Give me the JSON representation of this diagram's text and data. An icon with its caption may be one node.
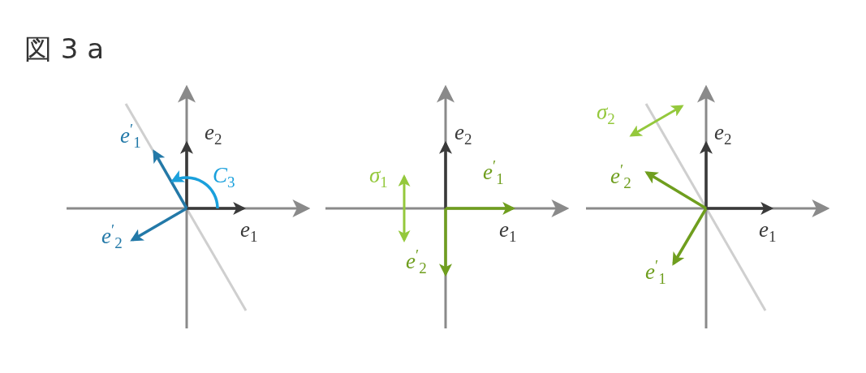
{
  "diagram": {
    "title": "図 3 a",
    "labels": [
      "*e*$_{2}$",
      "*e*$^{′}$$_{1}$",
      "*C*$_{3}$",
      "*e*$^{′}$$_{2}$",
      "*e*$_{1}$",
      "*e*$_{2}$",
      "*σ*$_{1}$",
      "*e*$^{′}$$_{1}$",
      "*e*$_{1}$",
      "*e*$^{′}$$_{2}$",
      "*σ*$_{2}$",
      "*e*$_{2}$",
      "*e*$^{′}$$_{2}$",
      "*e*$_{1}$",
      "*e*$^{′}$$_{1}$"
    ]
  }
}
